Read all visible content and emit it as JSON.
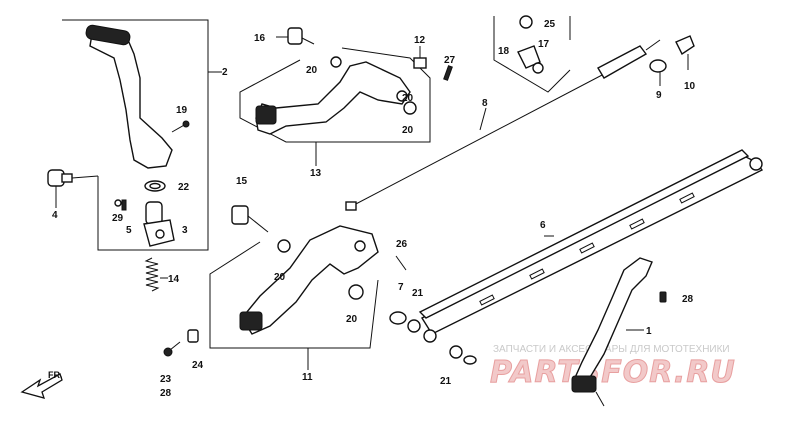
{
  "diagram": {
    "callouts": {
      "c2": "2",
      "c19": "19",
      "c22": "22",
      "c4": "4",
      "c29": "29",
      "c5": "5",
      "c3": "3",
      "c14": "14",
      "c16": "16",
      "c12": "12",
      "c27": "27",
      "c20a": "20",
      "c20b": "20",
      "c20c": "20",
      "c13": "13",
      "c25": "25",
      "c18": "18",
      "c17": "17",
      "c9": "9",
      "c10": "10",
      "c8": "8",
      "c15": "15",
      "c26": "26",
      "c20d": "20",
      "c20e": "20",
      "c11": "11",
      "c7": "7",
      "c21a": "21",
      "c6": "6",
      "c28a": "28",
      "c1": "1",
      "c24": "24",
      "c23": "23",
      "c28b": "28",
      "c21b": "21"
    },
    "direction_label": "FR.",
    "watermark": {
      "caption": "ЗАПЧАСТИ И АКСЕССУАРЫ ДЛЯ МОТОТЕХНИКИ",
      "brand": "PARTSFOR.RU"
    }
  }
}
